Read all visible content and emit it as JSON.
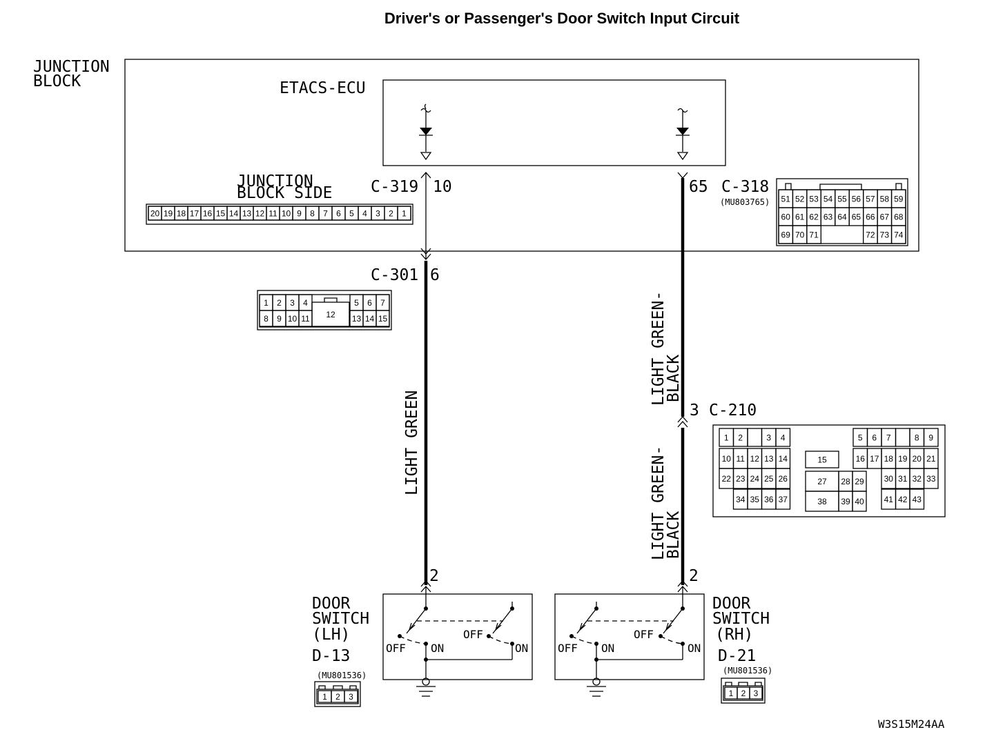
{
  "title": "Driver's or Passenger's Door Switch Input Circuit",
  "junction_block": {
    "label_line1": "JUNCTION",
    "label_line2": "BLOCK",
    "ecu_label": "ETACS-ECU",
    "side_label_line1": "JUNCTION",
    "side_label_line2": "BLOCK SIDE",
    "side_pins": [
      "20",
      "19",
      "18",
      "17",
      "16",
      "15",
      "14",
      "13",
      "12",
      "11",
      "10",
      "9",
      "8",
      "7",
      "6",
      "5",
      "4",
      "3",
      "2",
      "1"
    ]
  },
  "connectors": {
    "c319": {
      "name": "C-319",
      "pin": "10"
    },
    "c318": {
      "name": "C-318",
      "pin": "65",
      "part": "(MU803765)",
      "rows": [
        [
          "51",
          "52",
          "53",
          "54",
          "55",
          "56",
          "57",
          "58",
          "59"
        ],
        [
          "60",
          "61",
          "62",
          "63",
          "64",
          "65",
          "66",
          "67",
          "68"
        ],
        [
          "69",
          "70",
          "71",
          "72",
          "73",
          "74"
        ]
      ]
    },
    "c301": {
      "name": "C-301",
      "pin": "6",
      "top_left": [
        "1",
        "2",
        "3",
        "4"
      ],
      "top_right": [
        "5",
        "6",
        "7"
      ],
      "bottom_left": [
        "8",
        "9",
        "10",
        "11"
      ],
      "center": "12",
      "bottom_right": [
        "13",
        "14",
        "15"
      ]
    },
    "c210": {
      "name": "C-210",
      "pin": "3",
      "pins": [
        "1",
        "2",
        "3",
        "4",
        "5",
        "6",
        "7",
        "8",
        "9",
        "10",
        "11",
        "12",
        "13",
        "14",
        "15",
        "16",
        "17",
        "18",
        "19",
        "20",
        "21",
        "22",
        "23",
        "24",
        "25",
        "26",
        "27",
        "28",
        "29",
        "30",
        "31",
        "32",
        "33",
        "34",
        "35",
        "36",
        "37",
        "38",
        "39",
        "40",
        "41",
        "42",
        "43"
      ]
    }
  },
  "wires": {
    "left": "LIGHT GREEN",
    "right_upper_line1": "LIGHT GREEN-",
    "right_upper_line2": "BLACK",
    "right_lower_line1": "LIGHT GREEN-",
    "right_lower_line2": "BLACK"
  },
  "switch_lh": {
    "label_line1": "DOOR",
    "label_line2": "SWITCH",
    "label_line3": "(LH)",
    "connector": "D-13",
    "part": "(MU801536)",
    "pin": "2",
    "off": "OFF",
    "on": "ON",
    "pins": [
      "1",
      "2",
      "3"
    ]
  },
  "switch_rh": {
    "label_line1": "DOOR",
    "label_line2": "SWITCH",
    "label_line3": "(RH)",
    "connector": "D-21",
    "part": "(MU801536)",
    "pin": "2",
    "off": "OFF",
    "on": "ON",
    "pins": [
      "1",
      "2",
      "3"
    ]
  },
  "figure_code": "W3S15M24AA"
}
